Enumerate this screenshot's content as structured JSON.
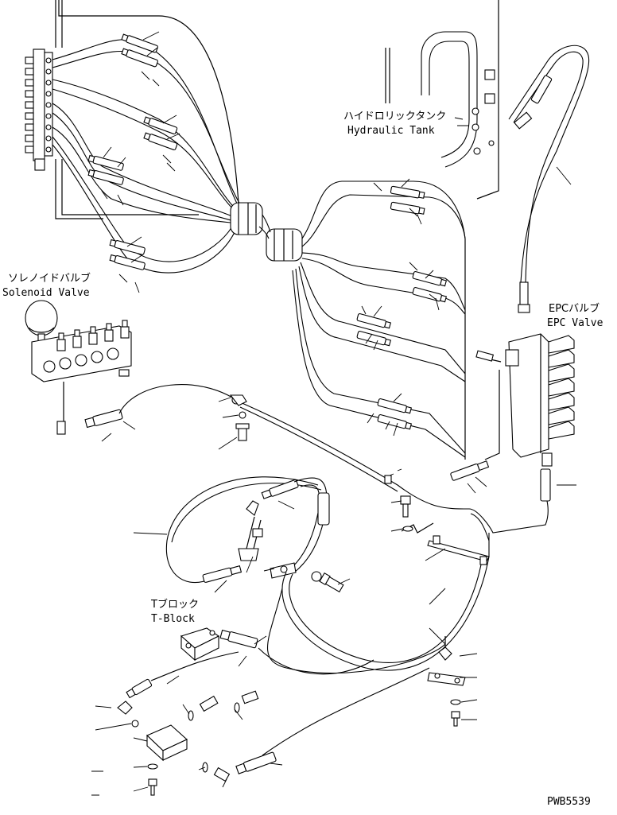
{
  "labels": {
    "hydraulic_tank_jp": "ハイドロリックタンク",
    "hydraulic_tank_en": "Hydraulic Tank",
    "solenoid_valve_jp": "ソレノイドバルブ",
    "solenoid_valve_en": "Solenoid Valve",
    "epc_valve_jp": "EPCバルブ",
    "epc_valve_en": "EPC Valve",
    "t_block_jp": "Tブロック",
    "t_block_en": "T-Block"
  },
  "drawing_code": "PWB5539"
}
